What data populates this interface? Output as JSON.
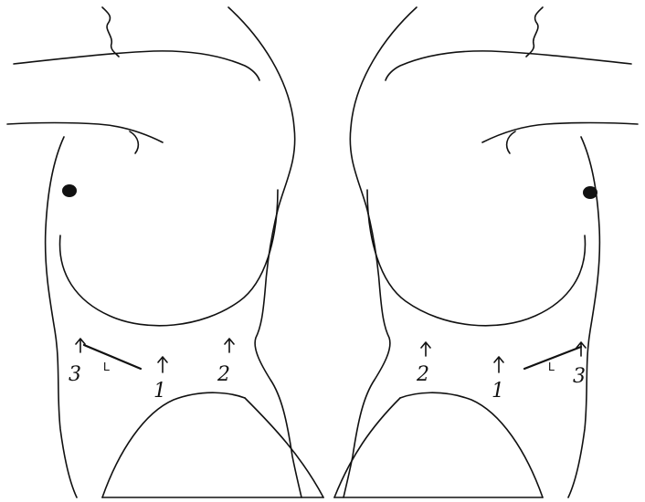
{
  "figure": {
    "left_panel": {
      "labels": {
        "point_3": "3",
        "point_1": "1",
        "point_2": "2",
        "lever": "L"
      }
    },
    "right_panel": {
      "labels": {
        "point_2": "2",
        "point_1": "1",
        "point_3": "3",
        "lever": "L"
      }
    },
    "colors": {
      "line": "#111111",
      "background": "#ffffff"
    }
  }
}
